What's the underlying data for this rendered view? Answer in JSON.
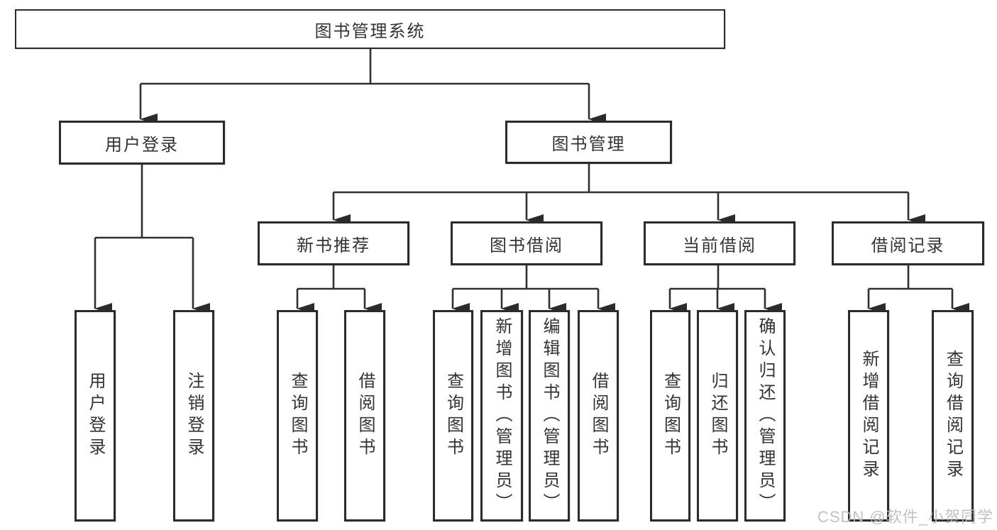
{
  "tree": {
    "root": {
      "label": "图书管理系统"
    },
    "level2": [
      {
        "label": "用户登录"
      },
      {
        "label": "图书管理"
      }
    ],
    "level3": [
      {
        "label": "新书推荐"
      },
      {
        "label": "图书借阅"
      },
      {
        "label": "当前借阅"
      },
      {
        "label": "借阅记录"
      }
    ],
    "leaves": {
      "user_login": [
        "用户登录",
        "注销登录"
      ],
      "new_book": [
        "查询图书",
        "借阅图书"
      ],
      "book_borrow": [
        "查询图书",
        "新增图书（管理员）",
        "编辑图书（管理员）",
        "借阅图书"
      ],
      "current_borrow": [
        "查询图书",
        "归还图书",
        "确认归还（管理员）"
      ],
      "borrow_records": [
        "新增借阅记录",
        "查询借阅记录"
      ]
    }
  },
  "watermark": "CSDN @软件_小贺同学",
  "colors": {
    "line": "#303030",
    "box_border": "#2b2b2b",
    "text": "#333333",
    "watermark": "#bdbdbd",
    "background": "#ffffff"
  }
}
